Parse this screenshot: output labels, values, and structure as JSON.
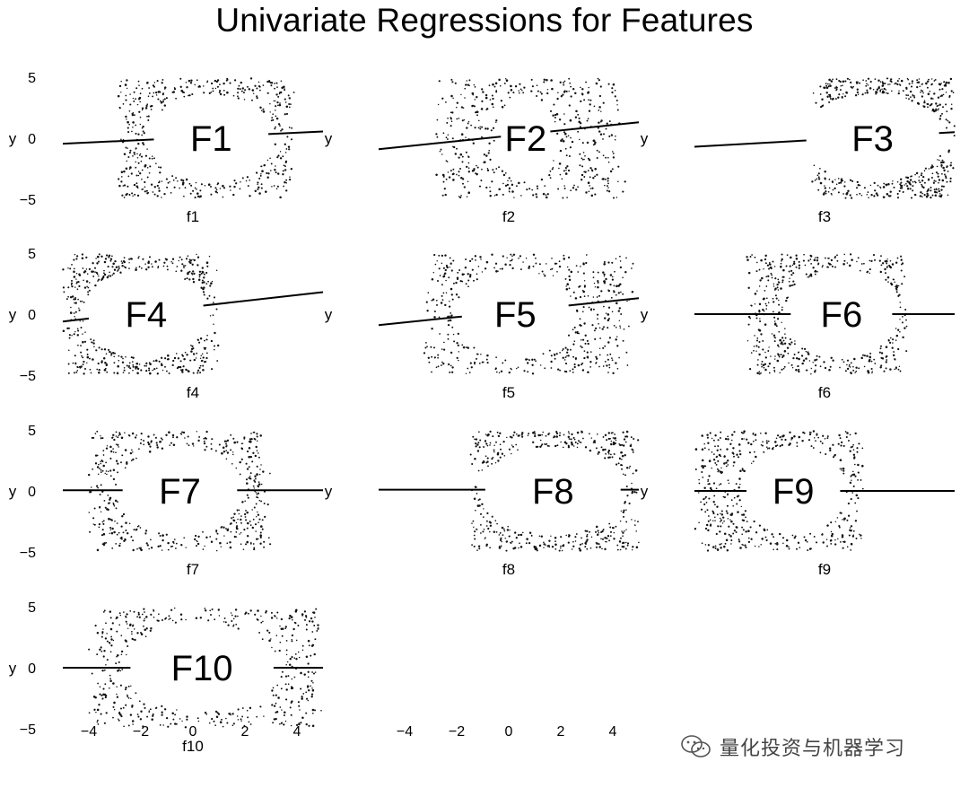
{
  "figure": {
    "title": "Univariate Regressions for Features",
    "watermark_text": "量化投资与机器学习"
  },
  "chart_data": [
    {
      "type": "scatter",
      "panel_label": "F1",
      "xlabel": "f1",
      "ylabel": "y",
      "xlim": [
        -5,
        5
      ],
      "ylim": [
        -5,
        5
      ],
      "ytick_labels": [
        "5",
        "0",
        "−5"
      ],
      "xtick_labels": [],
      "line": {
        "slope": 0.1,
        "intercept": 0.05
      },
      "gap_x": [
        -1.5,
        2.9
      ],
      "band_y": 0.35,
      "dot_bounds": [
        -3.0,
        3.9
      ]
    },
    {
      "type": "scatter",
      "panel_label": "F2",
      "xlabel": "f2",
      "ylabel": "y",
      "xlim": [
        -5,
        5
      ],
      "ylim": [
        -5,
        5
      ],
      "ytick_labels": [],
      "xtick_labels": [],
      "line": {
        "slope": 0.22,
        "intercept": 0.2
      },
      "gap_x": [
        -0.3,
        1.6
      ],
      "band_y": 0.45,
      "dot_bounds": [
        -2.8,
        4.5
      ]
    },
    {
      "type": "scatter",
      "panel_label": "F3",
      "xlabel": "f3",
      "ylabel": "y",
      "xlim": [
        -5,
        5
      ],
      "ylim": [
        -5,
        5
      ],
      "ytick_labels": [],
      "xtick_labels": [],
      "line": {
        "slope": 0.12,
        "intercept": -0.1
      },
      "gap_x": [
        -0.7,
        4.4
      ],
      "band_y": 0.2,
      "dot_bounds": [
        -0.5,
        5.0
      ]
    },
    {
      "type": "scatter",
      "panel_label": "F4",
      "xlabel": "f4",
      "ylabel": "y",
      "xlim": [
        -5,
        5
      ],
      "ylim": [
        -5,
        5
      ],
      "ytick_labels": [
        "5",
        "0",
        "−5"
      ],
      "xtick_labels": [],
      "line": {
        "slope": 0.24,
        "intercept": 0.6
      },
      "gap_x": [
        -4.0,
        0.4
      ],
      "band_y": 0.35,
      "dot_bounds": [
        -5.0,
        1.0
      ]
    },
    {
      "type": "scatter",
      "panel_label": "F5",
      "xlabel": "f5",
      "ylabel": "y",
      "xlim": [
        -5,
        5
      ],
      "ylim": [
        -5,
        5
      ],
      "ytick_labels": [],
      "xtick_labels": [],
      "line": {
        "slope": 0.22,
        "intercept": 0.2
      },
      "gap_x": [
        -1.8,
        2.3
      ],
      "band_y": 0.35,
      "dot_bounds": [
        -3.3,
        4.8
      ]
    },
    {
      "type": "scatter",
      "panel_label": "F6",
      "xlabel": "f6",
      "ylabel": "y",
      "xlim": [
        -5,
        5
      ],
      "ylim": [
        -5,
        5
      ],
      "ytick_labels": [],
      "xtick_labels": [],
      "line": {
        "slope": 0.0,
        "intercept": 0.0
      },
      "gap_x": [
        -1.3,
        2.6
      ],
      "band_y": 0.35,
      "dot_bounds": [
        -3.0,
        3.2
      ]
    },
    {
      "type": "scatter",
      "panel_label": "F7",
      "xlabel": "f7",
      "ylabel": "y",
      "xlim": [
        -5,
        5
      ],
      "ylim": [
        -5,
        5
      ],
      "ytick_labels": [
        "5",
        "0",
        "−5"
      ],
      "xtick_labels": [],
      "line": {
        "slope": 0.0,
        "intercept": 0.05
      },
      "gap_x": [
        -2.7,
        1.7
      ],
      "band_y": 0.3,
      "dot_bounds": [
        -4.0,
        3.0
      ]
    },
    {
      "type": "scatter",
      "panel_label": "F8",
      "xlabel": "f8",
      "ylabel": "y",
      "xlim": [
        -5,
        5
      ],
      "ylim": [
        -5,
        5
      ],
      "ytick_labels": [],
      "xtick_labels": [],
      "line": {
        "slope": 0.0,
        "intercept": 0.1
      },
      "gap_x": [
        -0.9,
        4.3
      ],
      "band_y": 0.35,
      "dot_bounds": [
        -1.5,
        5.0
      ]
    },
    {
      "type": "scatter",
      "panel_label": "F9",
      "xlabel": "f9",
      "ylabel": "y",
      "xlim": [
        -5,
        5
      ],
      "ylim": [
        -5,
        5
      ],
      "ytick_labels": [],
      "xtick_labels": [],
      "line": {
        "slope": 0.0,
        "intercept": 0.0
      },
      "gap_x": [
        -3.0,
        0.6
      ],
      "band_y": 0.4,
      "dot_bounds": [
        -5.0,
        1.5
      ]
    },
    {
      "type": "scatter",
      "panel_label": "F10",
      "xlabel": "f10",
      "ylabel": "y",
      "xlim": [
        -5,
        5
      ],
      "ylim": [
        -5,
        5
      ],
      "ytick_labels": [
        "5",
        "0",
        "−5"
      ],
      "xtick_labels": [
        "−4",
        "−2",
        "0",
        "2",
        "4"
      ],
      "line": {
        "slope": 0.0,
        "intercept": 0.0
      },
      "gap_x": [
        -2.4,
        3.1
      ],
      "band_y": 0.4,
      "dot_bounds": [
        -4.0,
        5.0
      ]
    }
  ],
  "shared_axis": {
    "xtick_labels": [
      "−4",
      "−2",
      "0",
      "2",
      "4"
    ]
  }
}
